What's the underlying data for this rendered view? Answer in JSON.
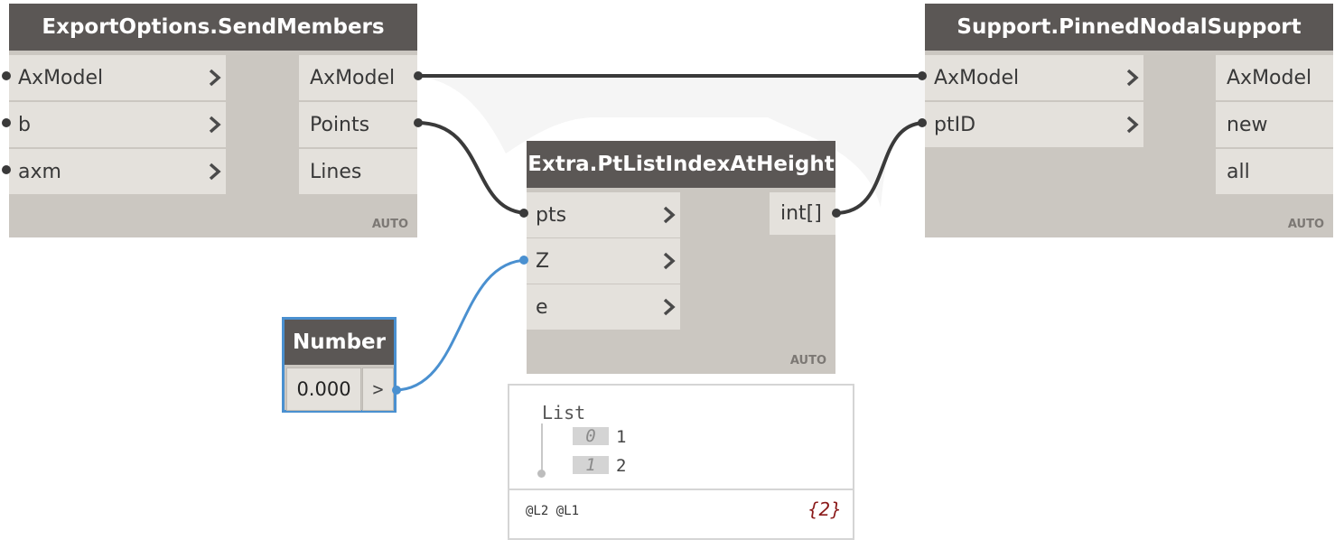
{
  "nodes": {
    "export": {
      "title": "ExportOptions.SendMembers",
      "inputs": [
        "AxModel",
        "b",
        "axm"
      ],
      "outputs": [
        "AxModel",
        "Points",
        "Lines"
      ],
      "lacing": "AUTO"
    },
    "support": {
      "title": "Support.PinnedNodalSupport",
      "inputs": [
        "AxModel",
        "ptID"
      ],
      "outputs": [
        "AxModel",
        "new",
        "all"
      ],
      "lacing": "AUTO"
    },
    "extra": {
      "title": "Extra.PtListIndexAtHeight",
      "inputs": [
        "pts",
        "Z",
        "e"
      ],
      "outputs": [
        "int[]"
      ],
      "lacing": "AUTO"
    },
    "number": {
      "title": "Number",
      "value": "0.000",
      "arrow": ">"
    }
  },
  "preview": {
    "heading": "List",
    "items": [
      {
        "index": "0",
        "value": "1"
      },
      {
        "index": "1",
        "value": "2"
      }
    ],
    "levels": "@L2 @L1",
    "count": "{2}"
  },
  "colors": {
    "node_header": "#5b5755",
    "node_body": "#cbc7c1",
    "port_bg": "#e4e1dc",
    "wire": "#3a3a3a",
    "wire_selected": "#4a90d0",
    "selection_border": "#4a90d0",
    "preview_count": "#8b1a1a"
  }
}
